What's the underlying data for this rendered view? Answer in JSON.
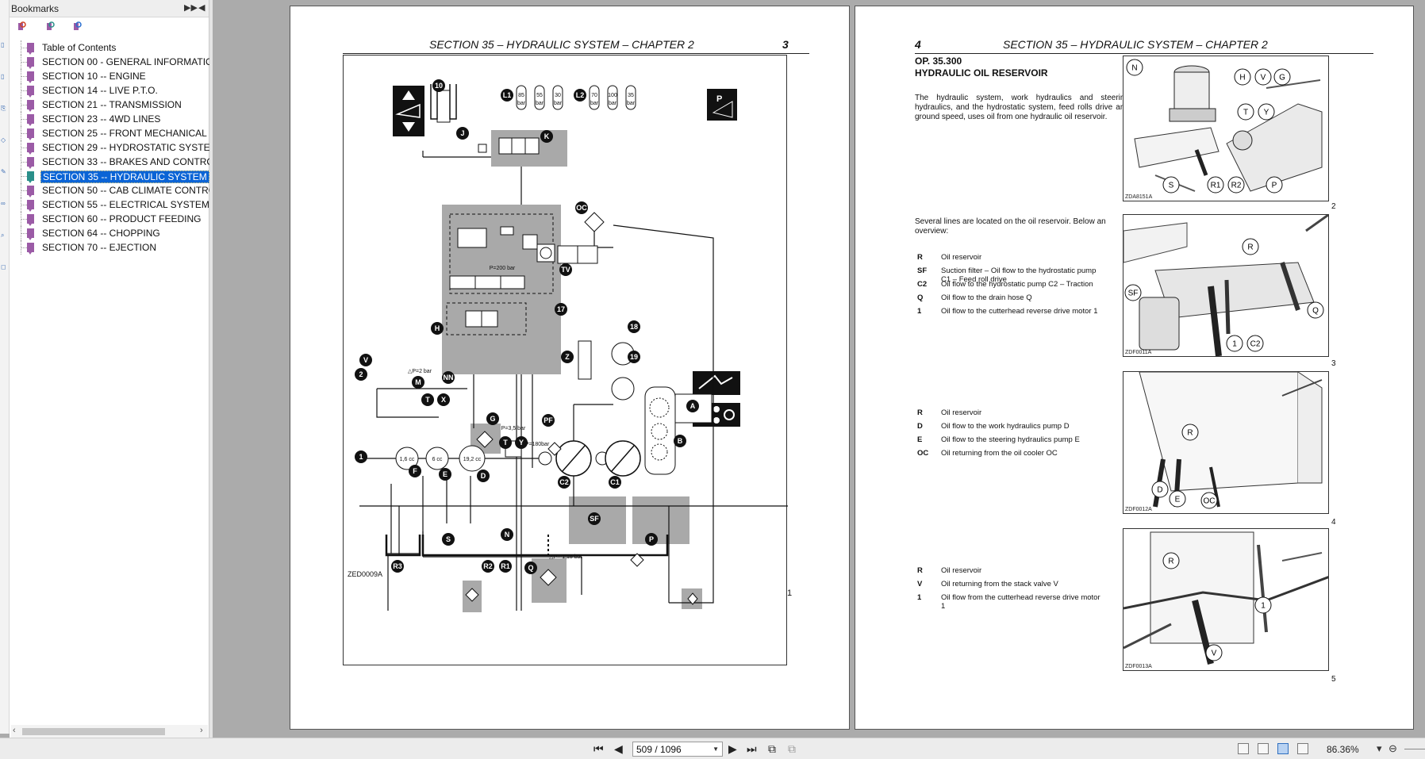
{
  "bookmarks": {
    "title": "Bookmarks",
    "items": [
      {
        "label": "Table of Contents",
        "selected": false
      },
      {
        "label": "SECTION 00 - GENERAL INFORMATIO",
        "selected": false
      },
      {
        "label": "SECTION 10 -- ENGINE",
        "selected": false
      },
      {
        "label": "SECTION 14 -- LIVE P.T.O.",
        "selected": false
      },
      {
        "label": "SECTION 21 -- TRANSMISSION",
        "selected": false
      },
      {
        "label": "SECTION 23 -- 4WD LINES",
        "selected": false
      },
      {
        "label": "SECTION 25 -- FRONT MECHANICAL D",
        "selected": false
      },
      {
        "label": "SECTION 29 -- HYDROSTATIC SYSTE",
        "selected": false
      },
      {
        "label": "SECTION 33 -- BRAKES AND CONTRO",
        "selected": false
      },
      {
        "label": "SECTION 35 -- HYDRAULIC SYSTEM",
        "selected": true
      },
      {
        "label": "SECTION 50 -- CAB CLIMATE CONTRO",
        "selected": false
      },
      {
        "label": "SECTION 55 -- ELECTRICAL SYSTEM",
        "selected": false
      },
      {
        "label": "SECTION 60 -- PRODUCT FEEDING",
        "selected": false
      },
      {
        "label": "SECTION 64 -- CHOPPING",
        "selected": false
      },
      {
        "label": "SECTION 70 -- EJECTION",
        "selected": false
      }
    ]
  },
  "left_page": {
    "header": "SECTION 35 – HYDRAULIC SYSTEM – CHAPTER 2",
    "page_number": "3",
    "figure_code": "ZED0009A",
    "figure_number": "1",
    "labels": {
      "L1": "L1",
      "L2": "L2",
      "b85": "85",
      "b55": "55",
      "b30": "30",
      "b70": "70",
      "b100": "100",
      "b35": "35",
      "bar": "bar",
      "p200": "P=200 bar",
      "p35": "P=3,5 bar",
      "p180": "P=180bar",
      "dp2": "△P=2 bar",
      "dp115": "△P=\n1,15 bar",
      "cc16": "1,6 cc",
      "cc6": "6 cc",
      "cc192": "19,2 cc",
      "n10": "10",
      "n17": "17",
      "n18": "18",
      "n19": "19",
      "n1": "1",
      "n2": "2",
      "J": "J",
      "K": "K",
      "H": "H",
      "V": "V",
      "M": "M",
      "NN": "NN",
      "T": "T",
      "X": "X",
      "G": "G",
      "F": "F",
      "E": "E",
      "D": "D",
      "Y": "Y",
      "PF": "PF",
      "C2": "C2",
      "C1": "C1",
      "B": "B",
      "A": "A",
      "SF": "SF",
      "S": "S",
      "N": "N",
      "P": "P",
      "R3": "R3",
      "R2": "R2",
      "R1": "R1",
      "Q": "Q",
      "OC": "OC",
      "TV": "TV",
      "Z": "Z"
    }
  },
  "right_page": {
    "header": "SECTION 35 – HYDRAULIC SYSTEM – CHAPTER 2",
    "page_number": "4",
    "op_code": "OP. 35.300",
    "op_title": "HYDRAULIC OIL RESERVOIR",
    "intro": "The hydraulic system, work hydraulics and steering hydraulics, and the hydrostatic system, feed rolls drive and ground speed, uses oil from one hydraulic oil reservoir.",
    "overview_intro": "Several lines are located on the oil reservoir. Below an overview:",
    "legend3": [
      {
        "key": "R",
        "desc": "Oil reservoir"
      },
      {
        "key": "SF",
        "desc": "Suction filter – Oil flow to the hydrostatic pump\n C1 – Feed roll drive"
      },
      {
        "key": "C2",
        "desc": "Oil flow to the hydrostatic pump C2 – Traction"
      },
      {
        "key": "Q",
        "desc": "Oil flow to the drain hose Q"
      },
      {
        "key": "1",
        "desc": "Oil flow to the cutterhead reverse drive motor 1"
      }
    ],
    "legend4": [
      {
        "key": "R",
        "desc": "Oil reservoir"
      },
      {
        "key": "D",
        "desc": "Oil flow to the work hydraulics pump D"
      },
      {
        "key": "E",
        "desc": "Oil flow to the steering hydraulics pump E"
      },
      {
        "key": "OC",
        "desc": "Oil returning from the oil cooler OC"
      }
    ],
    "legend5": [
      {
        "key": "R",
        "desc": "Oil reservoir"
      },
      {
        "key": "V",
        "desc": "Oil returning from the stack valve V"
      },
      {
        "key": "1",
        "desc": "Oil flow from the cutterhead reverse drive motor\n1"
      }
    ],
    "photos": [
      {
        "code": "ZDA8151A",
        "number": "2",
        "callouts": [
          "N",
          "H",
          "V",
          "G",
          "T",
          "Y",
          "S",
          "R1",
          "R2",
          "P"
        ]
      },
      {
        "code": "ZDF0011A",
        "number": "3",
        "callouts": [
          "R",
          "SF",
          "Q",
          "1",
          "C2"
        ]
      },
      {
        "code": "ZDF0012A",
        "number": "4",
        "callouts": [
          "R",
          "D",
          "E",
          "OC"
        ]
      },
      {
        "code": "ZDF0013A",
        "number": "5",
        "callouts": [
          "R",
          "1",
          "V"
        ]
      }
    ]
  },
  "toolbar": {
    "page_input": "509 / 1096",
    "zoom": "86.36%"
  },
  "colors": {
    "selection": "#0a64d6",
    "bookmark_icon": "#9b5ba6",
    "viewer_bg": "#ababab",
    "gray_block": "#a9a9a9"
  }
}
